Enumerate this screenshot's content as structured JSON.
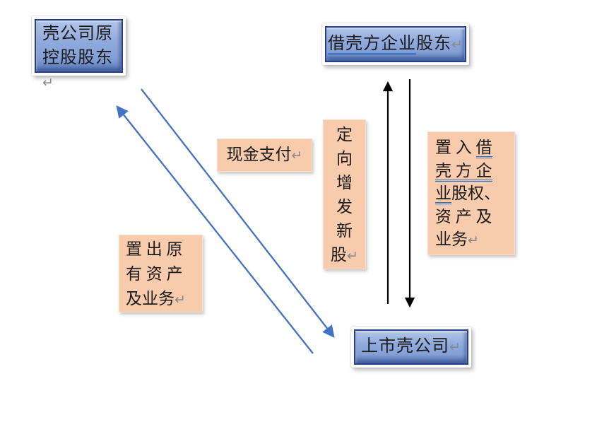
{
  "symbols": {
    "return_mark": "↵"
  },
  "colors": {
    "node_fill_blue": "#8FAADC",
    "node_border_blue": "#24408E",
    "node_fill_orange": "#F8CBAD",
    "arrow_blue": "#4472C4",
    "arrow_black": "#000000",
    "underline_blue": "#2F6FC1",
    "return_mark": "#8A8A8A"
  },
  "nodes": {
    "shell_original_shareholder": {
      "line1": "壳公司原",
      "line2": "控股股东"
    },
    "borrower_shareholder": {
      "underlined": "借壳方企业",
      "rest": "股东"
    },
    "listed_shell": {
      "label": "上市壳公司"
    },
    "cash_payment": {
      "label": "现金支付"
    },
    "directed_issue": {
      "char1": "定",
      "char2": "向",
      "char3": "增",
      "char4": "发",
      "char5": "新",
      "char6": "股"
    },
    "inject_assets": {
      "l1_pre": "置 入 ",
      "l1_u": "借",
      "l2_u": "壳 方 企",
      "l3_u": "业",
      "l3_post": "股权、",
      "l4": "资 产 及",
      "l5": "业务"
    },
    "divest_assets": {
      "l1": "置 出 原",
      "l2": "有 资 产",
      "l3": "及业务"
    }
  }
}
